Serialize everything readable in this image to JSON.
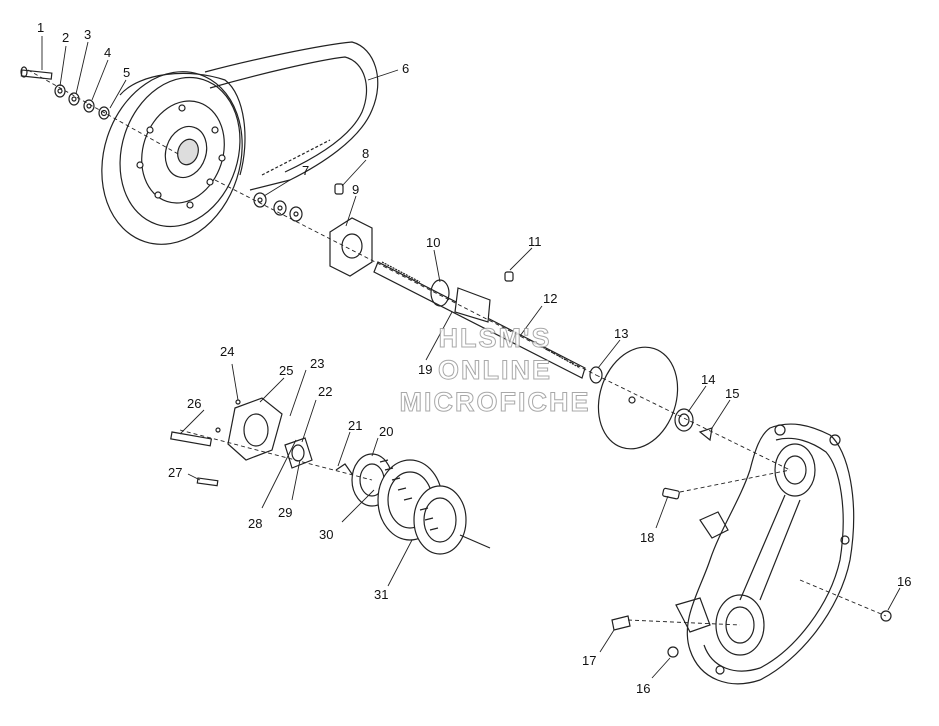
{
  "callouts": {
    "c1": "1",
    "c2": "2",
    "c3": "3",
    "c4": "4",
    "c5": "5",
    "c6": "6",
    "c7": "7",
    "c8": "8",
    "c9": "9",
    "c10": "10",
    "c11": "11",
    "c12": "12",
    "c13": "13",
    "c14": "14",
    "c15": "15",
    "c16a": "16",
    "c16b": "16",
    "c17": "17",
    "c18": "18",
    "c19": "19",
    "c20": "20",
    "c21": "21",
    "c22": "22",
    "c23": "23",
    "c24": "24",
    "c25": "25",
    "c26": "26",
    "c27": "27",
    "c28": "28",
    "c29": "29",
    "c30": "30",
    "c31": "31"
  },
  "watermark": {
    "line1": "HLSM'S",
    "line2": "ONLINE",
    "line3": "MICROFICHE"
  }
}
